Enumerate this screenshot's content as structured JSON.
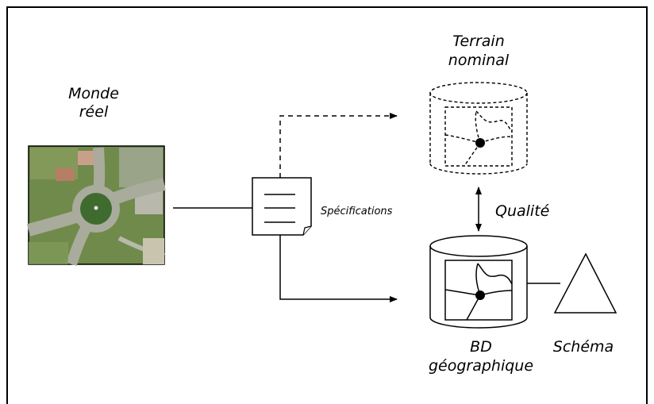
{
  "diagram": {
    "labels": {
      "monde_line1": "Monde",
      "monde_line2": "réel",
      "terrain_line1": "Terrain",
      "terrain_line2": "nominal",
      "specifications": "Spécifications",
      "qualite": "Qualité",
      "bd_line1": "BD",
      "bd_line2": "géographique",
      "schema": "Schéma"
    },
    "colors": {
      "stroke": "#000000",
      "background": "#ffffff",
      "photo_green": "#6f8a4a",
      "photo_road": "#a9ab9c"
    }
  }
}
